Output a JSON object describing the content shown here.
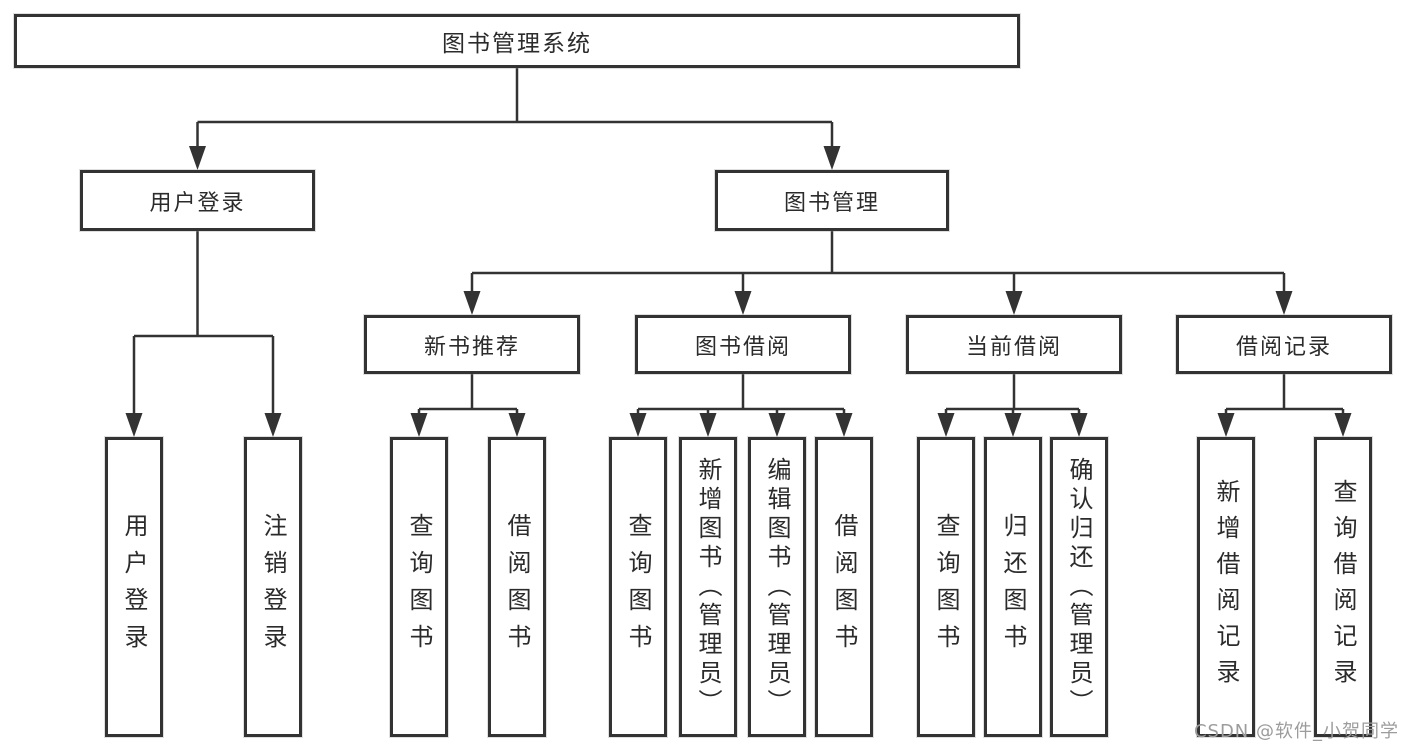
{
  "nodes": {
    "root": {
      "label": "图书管理系统"
    },
    "user_login": {
      "label": "用户登录"
    },
    "book_mgmt": {
      "label": "图书管理"
    },
    "new_book_rec": {
      "label": "新书推荐"
    },
    "book_borrow": {
      "label": "图书借阅"
    },
    "current_borrow": {
      "label": "当前借阅"
    },
    "borrow_record": {
      "label": "借阅记录"
    },
    "ul_user_login": {
      "label": "用户登录"
    },
    "ul_logout": {
      "label": "注销登录"
    },
    "nbr_query_book": {
      "label": "查询图书"
    },
    "nbr_borrow_book": {
      "label": "借阅图书"
    },
    "bb_query_book": {
      "label": "查询图书"
    },
    "bb_add_book": {
      "label": "新增图书（管理员）"
    },
    "bb_edit_book": {
      "label": "编辑图书（管理员）"
    },
    "bb_borrow_book": {
      "label": "借阅图书"
    },
    "cb_query_book": {
      "label": "查询图书"
    },
    "cb_return_book": {
      "label": "归还图书"
    },
    "cb_confirm_return": {
      "label": "确认归还（管理员）"
    },
    "br_add_record": {
      "label": "新增借阅记录"
    },
    "br_query_record": {
      "label": "查询借阅记录"
    }
  },
  "hierarchy": [
    {
      "parent": "图书管理系统",
      "children": [
        "用户登录",
        "图书管理"
      ]
    },
    {
      "parent": "用户登录",
      "children": [
        "用户登录",
        "注销登录"
      ]
    },
    {
      "parent": "图书管理",
      "children": [
        "新书推荐",
        "图书借阅",
        "当前借阅",
        "借阅记录"
      ]
    },
    {
      "parent": "新书推荐",
      "children": [
        "查询图书",
        "借阅图书"
      ]
    },
    {
      "parent": "图书借阅",
      "children": [
        "查询图书",
        "新增图书（管理员）",
        "编辑图书（管理员）",
        "借阅图书"
      ]
    },
    {
      "parent": "当前借阅",
      "children": [
        "查询图书",
        "归还图书",
        "确认归还（管理员）"
      ]
    },
    {
      "parent": "借阅记录",
      "children": [
        "新增借阅记录",
        "查询借阅记录"
      ]
    }
  ],
  "watermark": {
    "text": "CSDN @软件_小贺同学",
    "color": "#9c9c9c"
  },
  "colors": {
    "line": "#333333",
    "box_border": "#333333",
    "box_fill": "#ffffff",
    "text": "#2b2b2b",
    "background": "#ffffff"
  }
}
